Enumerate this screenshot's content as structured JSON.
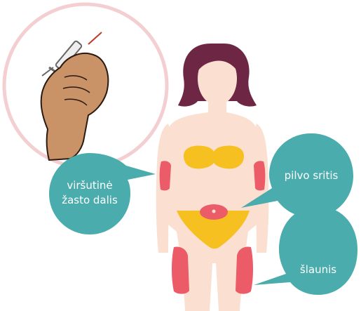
{
  "labels": {
    "upper_arm": "viršutinė\nžasto dalis",
    "abdomen": "pilvo sritis",
    "thigh": "šlaunis"
  },
  "colors": {
    "bubble": "#4aacac",
    "skin": "#fbe0d2",
    "hair": "#6e2645",
    "bra_underwear": "#f6c021",
    "injection_zone": "#ec5c68",
    "inset_ring": "#f3cfd2",
    "hand_skin": "#c99367"
  },
  "icons": {
    "inset": "hand-syringe-icon",
    "figure": "woman-silhouette-icon"
  }
}
